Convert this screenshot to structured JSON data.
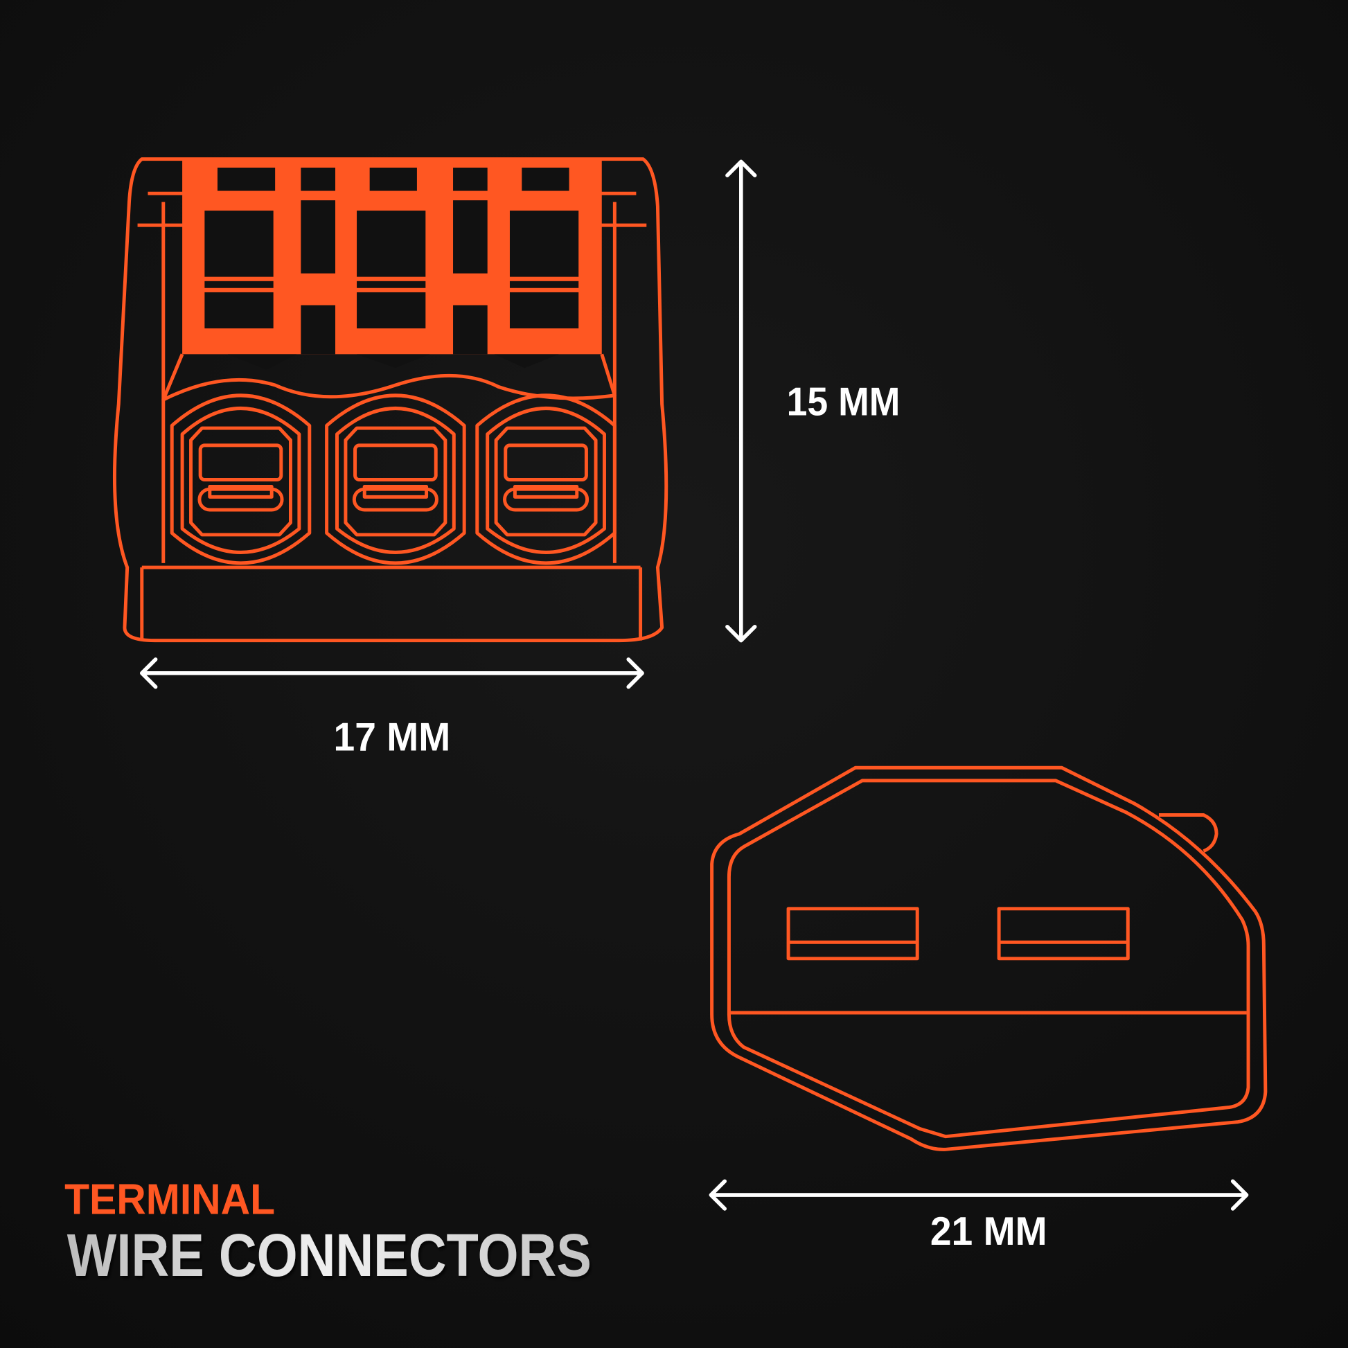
{
  "colors": {
    "accent": "#FF5722",
    "background": "#111111",
    "text": "#FFFFFF",
    "title_secondary": "#D6D6D6"
  },
  "dimensions": {
    "height": "15 MM",
    "width": "17 MM",
    "length": "21 MM"
  },
  "title": {
    "line1": "TERMINAL",
    "line2": "WIRE CONNECTORS"
  }
}
